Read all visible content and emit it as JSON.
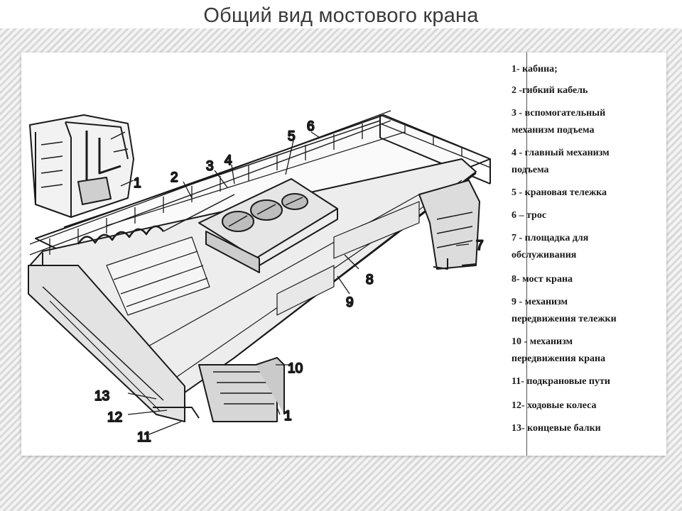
{
  "title": "Общий вид мостового крана",
  "callouts": [
    "1",
    "2",
    "3",
    "4",
    "5",
    "6",
    "7",
    "8",
    "9",
    "10",
    "13",
    "12",
    "11",
    "1"
  ],
  "legend": [
    "1- кабина;",
    "2 -гибкий кабель",
    "3 - вспомогательный",
    "механизм подъема",
    "4 - главный механизм",
    "подъема",
    " 5 - крановая тележка",
    " 6 – трос",
    "7 - площадка для",
    "обслуживания",
    " 8- мост крана",
    "9 - механизм",
    "передвижения тележки",
    "10  - механизм",
    "передвижения крана",
    "11- подкрановые пути",
    "12- ходовые колеса",
    "13- концевые балки"
  ]
}
